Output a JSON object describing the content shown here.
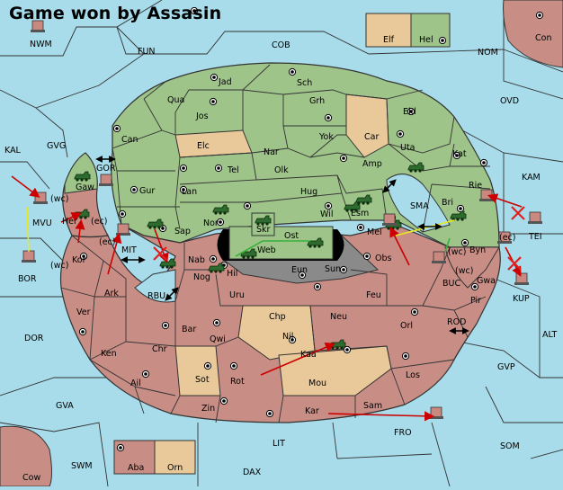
{
  "title": "Game won by Assasin",
  "colors": {
    "sea": "#a8dcea",
    "green": "#9ec48a",
    "red": "#c88e86",
    "tan": "#e9c99a",
    "neutral_dark": "#8a8a8a",
    "black": "#000000",
    "supply_center": "#000000"
  },
  "sea_labels": [
    "NWM",
    "FUN",
    "COB",
    "NOM",
    "Con",
    "OVD",
    "KAL",
    "GVG",
    "GOR",
    "KAM",
    "SMA",
    "TEI",
    "MVU",
    "BOR",
    "MIT",
    "BUC",
    "KUP",
    "RBU",
    "ROD",
    "ALT",
    "DOR",
    "GVP",
    "GVA",
    "LIT",
    "FRO",
    "SOM",
    "SWM",
    "DAX",
    "Cow",
    "(wc)",
    "(ec)",
    "(wc)",
    "(ec)",
    "(wc)",
    "(ec)",
    "(wc)"
  ],
  "land_labels": [
    "Elf",
    "Hel",
    "Jad",
    "Sch",
    "Qua",
    "Jos",
    "Grh",
    "Can",
    "Eld",
    "Elc",
    "Yok",
    "Car",
    "Nar",
    "Uta",
    "Tel",
    "Olk",
    "Amp",
    "Kat",
    "Gaw",
    "Gur",
    "Lan",
    "Hug",
    "Rie",
    "Esm",
    "Wil",
    "Bri",
    "Her",
    "Nor",
    "Skr",
    "Sap",
    "Ost",
    "Mel",
    "Web",
    "Kor",
    "Nab",
    "Eun",
    "Hil",
    "Sun",
    "Obs",
    "Byn",
    "Nog",
    "Ark",
    "Gwa",
    "Uru",
    "Feu",
    "Pir",
    "Ver",
    "Bar",
    "Chp",
    "Neu",
    "Qwi",
    "Nil",
    "Orl",
    "Ken",
    "Chr",
    "Kaa",
    "Ail",
    "Sot",
    "Rot",
    "Mou",
    "Los",
    "Zin",
    "Kar",
    "Sam",
    "Aba",
    "Orn"
  ],
  "icons": [
    "army-icon",
    "fleet-icon",
    "dislodge-x-icon",
    "move-arrow",
    "support-line",
    "supply-center-icon",
    "convoy-arrow-icon"
  ]
}
